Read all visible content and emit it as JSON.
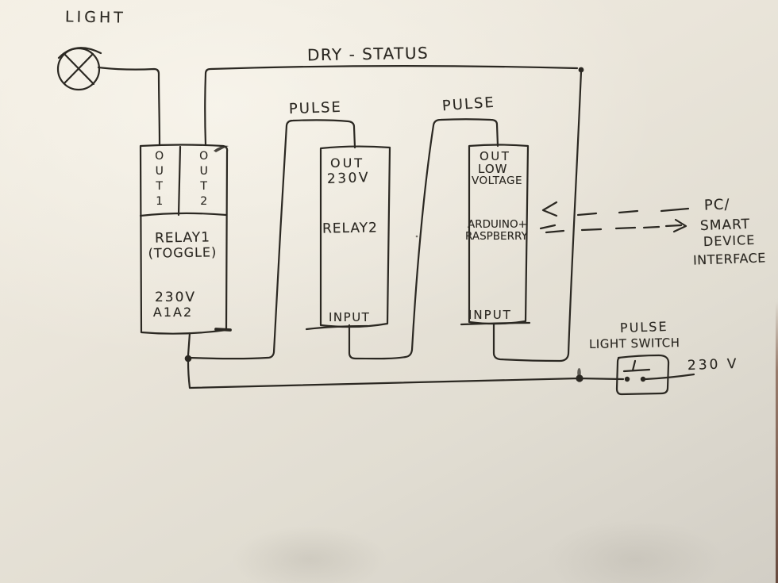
{
  "colors": {
    "ink": "#2b2822",
    "paper_light": "#f1ece1",
    "paper_dark": "#d2cec5",
    "paper_edge": "#7a5240"
  },
  "light": {
    "label": "LIGHT"
  },
  "bus": {
    "dry_status": "DRY - STATUS"
  },
  "pulse_wires": {
    "to_relay2": "PULSE",
    "to_controller": "PULSE"
  },
  "relay1": {
    "out1": "OUT1",
    "out2": "OUT2",
    "name": "RELAY1",
    "mode": "(TOGGLE)",
    "supply": "230V",
    "coil_terminals": "A1A2"
  },
  "relay2": {
    "out": "OUT",
    "out_voltage": "230V",
    "name": "RELAY2",
    "input": "INPUT"
  },
  "controller": {
    "out": "OUT",
    "out_low": "LOW",
    "out_voltage": "VOLTAGE",
    "name_line1": "ARDUINO+",
    "name_line2": "RASPBERRY",
    "input": "INPUT"
  },
  "interface": {
    "line1": "PC/",
    "line2": "SMART",
    "line3": "DEVICE",
    "line4": "INTERFACE"
  },
  "switch": {
    "label_line1": "PULSE",
    "label_line2": "LIGHT SWITCH",
    "voltage": "230 V"
  }
}
